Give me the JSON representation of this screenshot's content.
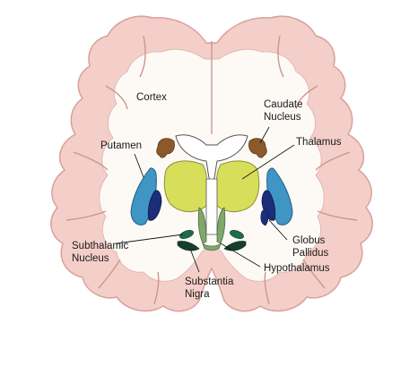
{
  "labels": {
    "cortex": "Cortex",
    "caudate_1": "Caudate",
    "caudate_2": "Nucleus",
    "putamen": "Putamen",
    "thalamus": "Thalamus",
    "globus_1": "Globus",
    "globus_2": "Pallidus",
    "subthalamic_1": "Subthalamic",
    "subthalamic_2": "Nucleus",
    "substantia_1": "Substantia",
    "substantia_2": "Nigra",
    "hypothalamus": "Hypothalamus"
  },
  "colors": {
    "cortex_fill": "#f4cfc9",
    "cortex_outline": "#d9a09a",
    "white_matter": "#fdfaf6",
    "ventricle": "#ffffff",
    "caudate": "#8b5a2b",
    "thalamus": "#d7df5a",
    "putamen": "#3f96c4",
    "globus_pallidus": "#1c2d7a",
    "subthalamic": "#1f6b4d",
    "substantia_nigra": "#163f2e",
    "hypothalamus": "#7fa86a"
  }
}
